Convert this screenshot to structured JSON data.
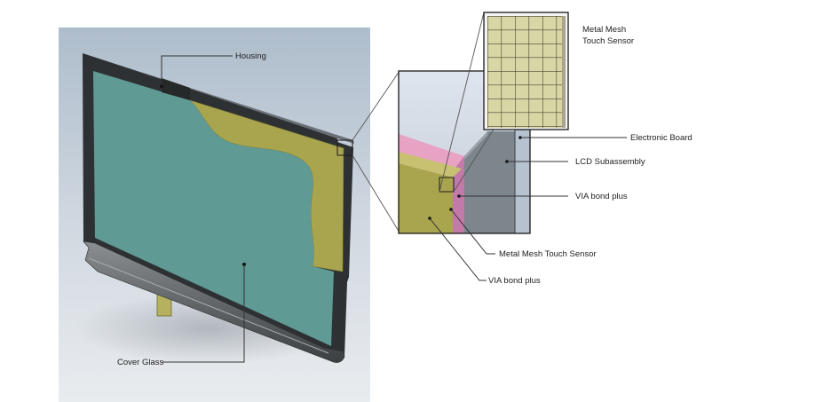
{
  "labels": {
    "housing": "Housing",
    "cover_glass": "Cover Glass",
    "metal_mesh_inset_line1": "Metal Mesh",
    "metal_mesh_inset_line2": "Touch Sensor",
    "electronic_board": "Electronic Board",
    "lcd_subassembly": "LCD Subassembly",
    "via_bond_plus_upper": "VIA bond plus",
    "metal_mesh_touch_sensor": "Metal Mesh Touch Sensor",
    "via_bond_plus_lower": "VIA bond plus"
  },
  "colors": {
    "background_panel": "#c9d3de",
    "bezel": "#2f3233",
    "screen": "#5f9a95",
    "bond_layer": "#a9a54e",
    "lcd_layer": "#7d858d",
    "pink_layer": "#e8a2c4",
    "mesh_fill": "#d9d6a0",
    "leader_line": "#333333"
  }
}
